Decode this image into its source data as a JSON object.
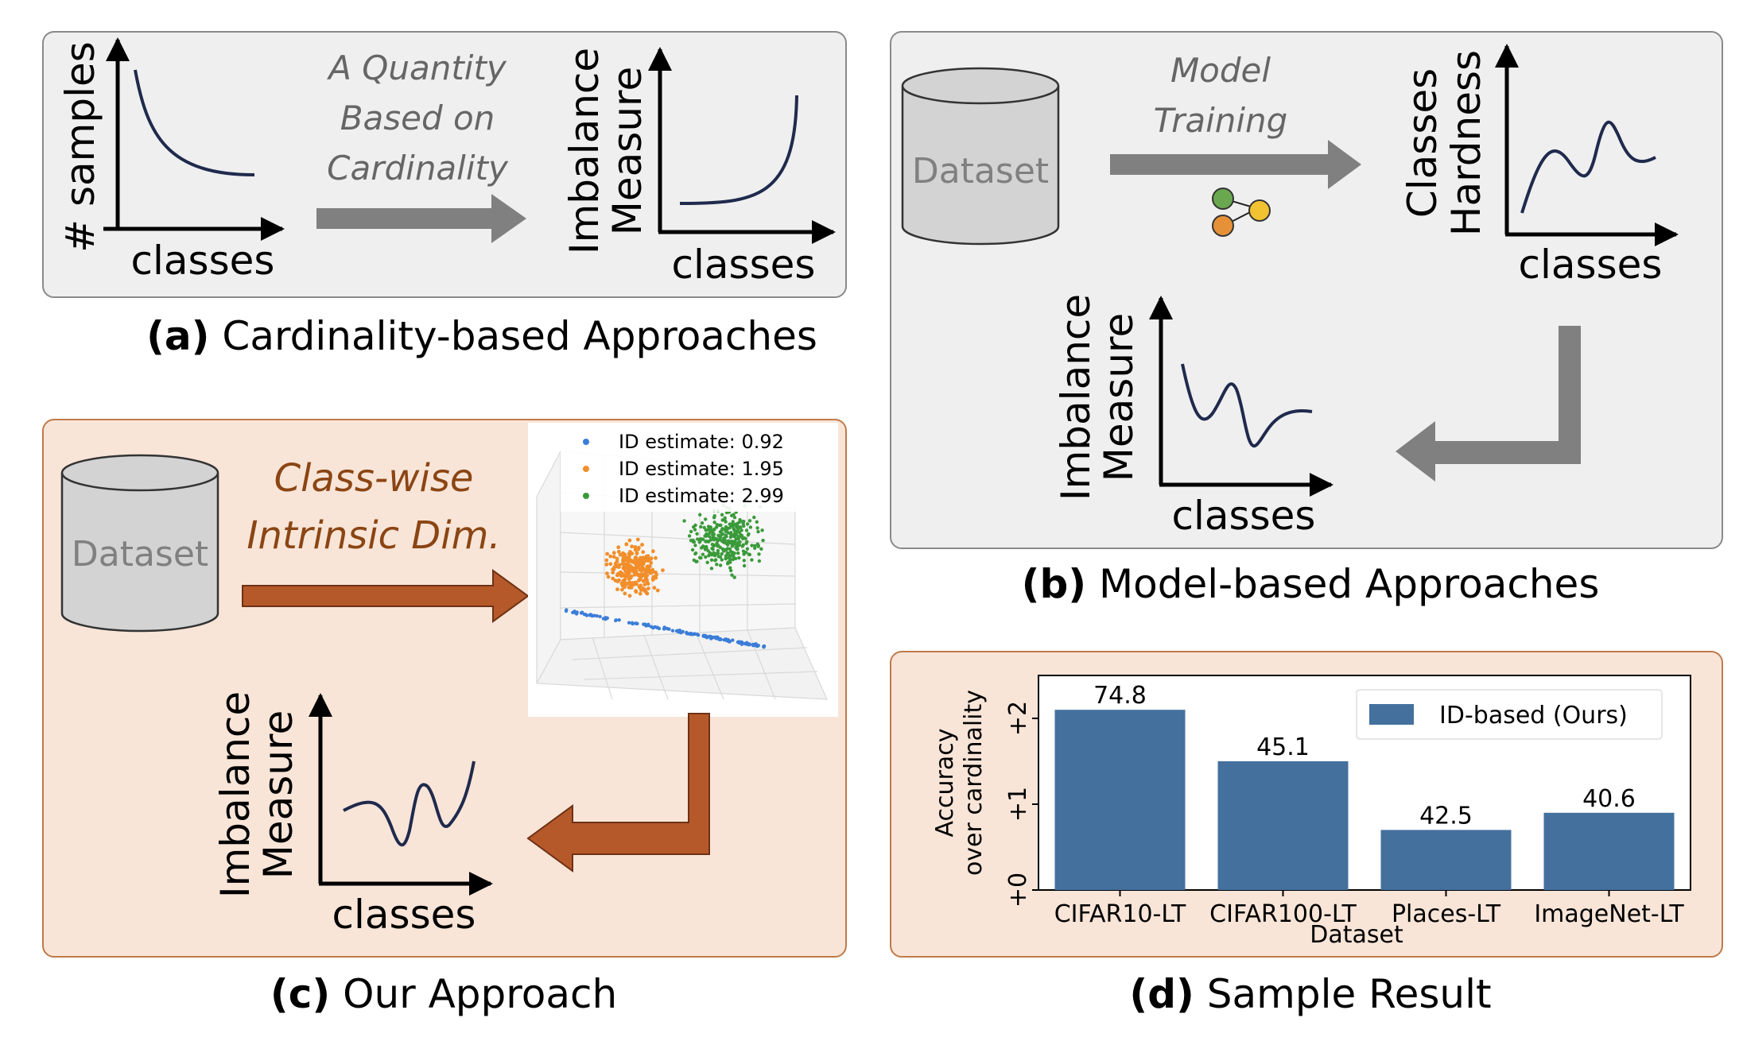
{
  "panel_a": {
    "caption_letter": "(a)",
    "caption_text": " Cardinality-based Approaches",
    "plot1_ylabel": "# samples",
    "plot1_xlabel": "classes",
    "arrow_label_1": "A Quantity",
    "arrow_label_2": "Based on",
    "arrow_label_3": "Cardinality",
    "plot2_ylabel_1": "Imbalance",
    "plot2_ylabel_2": "Measure",
    "plot2_xlabel": "classes"
  },
  "panel_b": {
    "caption_letter": "(b)",
    "caption_text": " Model-based Approaches",
    "dataset_label": "Dataset",
    "arrow_label_1": "Model",
    "arrow_label_2": "Training",
    "plot1_ylabel_1": "Classes",
    "plot1_ylabel_2": "Hardness",
    "plot1_xlabel": "classes",
    "plot2_ylabel_1": "Imbalance",
    "plot2_ylabel_2": "Measure",
    "plot2_xlabel": "classes",
    "model_icon_colors": [
      "#6aa84f",
      "#e69138",
      "#f1c232"
    ]
  },
  "panel_c": {
    "caption_letter": "(c)",
    "caption_text": " Our Approach",
    "dataset_label": "Dataset",
    "arrow_label_1": "Class-wise",
    "arrow_label_2": "Intrinsic Dim.",
    "plot_ylabel_1": "Imbalance",
    "plot_ylabel_2": "Measure",
    "plot_xlabel": "classes",
    "scatter_legend": [
      {
        "label": "ID estimate: 0.92",
        "color": "#3b7dd8"
      },
      {
        "label": "ID estimate: 1.95",
        "color": "#f28e2b"
      },
      {
        "label": "ID estimate: 2.99",
        "color": "#3a9a3a"
      }
    ],
    "arrow_color": "#b5592a"
  },
  "panel_d": {
    "caption_letter": "(d)",
    "caption_text": " Sample Result"
  },
  "chart_data": {
    "type": "bar",
    "categories": [
      "CIFAR10-LT",
      "CIFAR100-LT",
      "Places-LT",
      "ImageNet-LT"
    ],
    "values": [
      2.1,
      1.5,
      0.7,
      0.9
    ],
    "data_labels": [
      "74.8",
      "45.1",
      "42.5",
      "40.6"
    ],
    "series": [
      {
        "name": "ID-based (Ours)",
        "values": [
          2.1,
          1.5,
          0.7,
          0.9
        ]
      }
    ],
    "xlabel": "Dataset",
    "ylabel_1": "Accuracy",
    "ylabel_2": "over cardinality",
    "yticks": [
      "+0",
      "+1",
      "+2"
    ],
    "ylim": [
      0,
      2.5
    ],
    "bar_color": "#44709d",
    "legend_position": "top-right"
  }
}
